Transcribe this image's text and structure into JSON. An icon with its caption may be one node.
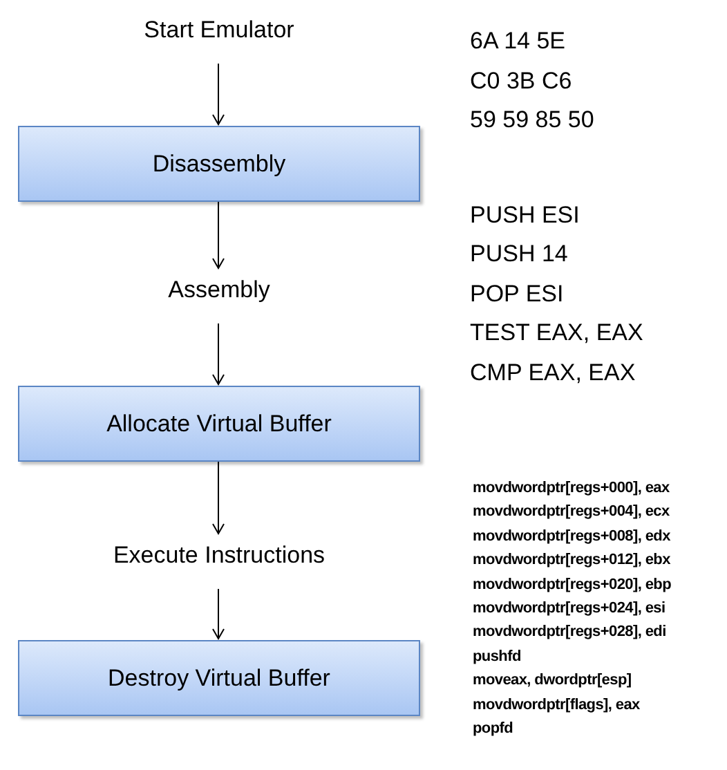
{
  "diagram": {
    "nodes": [
      {
        "text": [
          "Start Emulator"
        ]
      },
      {
        "text": [
          "Disassembly"
        ]
      },
      {
        "text": [
          "Assembly"
        ]
      },
      {
        "text": [
          "Allocate Virtual Buffer"
        ]
      },
      {
        "text": [
          "Execute Instructions"
        ]
      },
      {
        "text": [
          "Destroy Virtual Buffer"
        ]
      }
    ],
    "edges": [
      {
        "from": 0,
        "to": 1,
        "arrow": "to"
      },
      {
        "from": 1,
        "to": 2,
        "arrow": "to"
      },
      {
        "from": 2,
        "to": 3,
        "arrow": "to"
      },
      {
        "from": 3,
        "to": 4,
        "arrow": "to"
      },
      {
        "from": 4,
        "to": 5,
        "arrow": "to"
      }
    ],
    "labels": [
      "6A 14 5E",
      "C0 3B C6",
      "59 59 85 50",
      "PUSH ESI",
      "PUSH 14",
      "POP ESI",
      "TEST EAX, EAX",
      "CMP EAX, EAX",
      "movdwordptr[regs+000], eax",
      "movdwordptr[regs+004], ecx",
      "movdwordptr[regs+008], edx",
      "movdwordptr[regs+012], ebx",
      "movdwordptr[regs+020], ebp",
      "movdwordptr[regs+024], esi",
      "movdwordptr[regs+028], edi",
      "pushfd",
      "moveax, dwordptr[esp]",
      "movdwordptr[flags], eax",
      "popfd"
    ]
  }
}
